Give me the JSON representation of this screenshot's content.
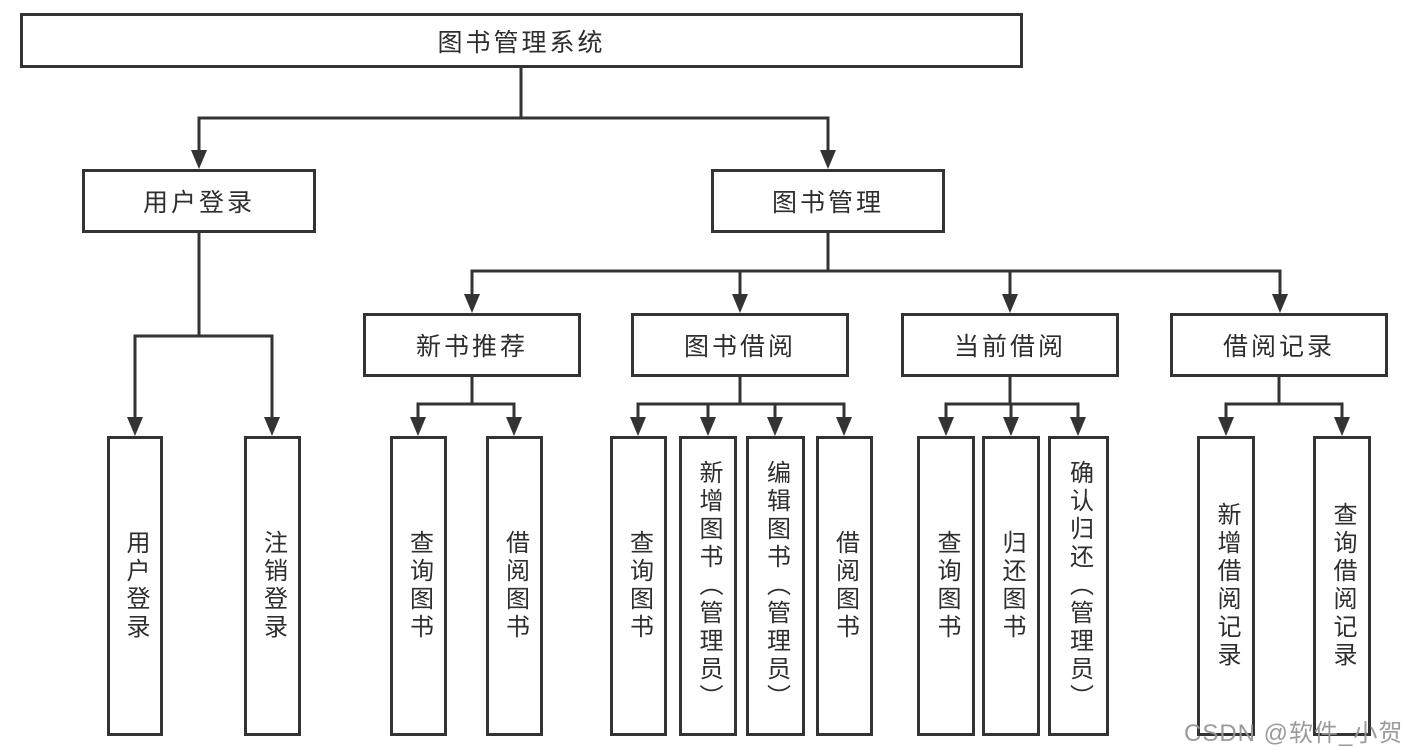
{
  "watermark": {
    "text": "CSDN @软件_小贺同学",
    "color": "#969696"
  },
  "colors": {
    "line": "#333333",
    "box_border": "#333333",
    "box_fill": "#ffffff",
    "text": "#2e2e2e",
    "background": "#ffffff"
  },
  "nodes": {
    "root": {
      "label": "图书管理系统"
    },
    "user-login": {
      "label": "用户登录"
    },
    "book-management": {
      "label": "图书管理"
    },
    "user-login-action": {
      "label": "用户登录"
    },
    "logout-action": {
      "label": "注销登录"
    },
    "new-book-recommend": {
      "label": "新书推荐"
    },
    "book-borrowing": {
      "label": "图书借阅"
    },
    "current-borrowing": {
      "label": "当前借阅"
    },
    "borrowing-records": {
      "label": "借阅记录"
    },
    "nbr-query-books": {
      "label": "查询图书"
    },
    "nbr-borrow-books": {
      "label": "借阅图书"
    },
    "bb-query-books": {
      "label": "查询图书"
    },
    "bb-add-books": {
      "label": "新增图书（管理员）"
    },
    "bb-edit-books": {
      "label": "编辑图书（管理员）"
    },
    "bb-borrow-books": {
      "label": "借阅图书"
    },
    "cb-query-books": {
      "label": "查询图书"
    },
    "cb-return-books": {
      "label": "归还图书"
    },
    "cb-confirm-return": {
      "label": "确认归还（管理员）"
    },
    "br-add-record": {
      "label": "新增借阅记录"
    },
    "br-query-record": {
      "label": "查询借阅记录"
    }
  }
}
